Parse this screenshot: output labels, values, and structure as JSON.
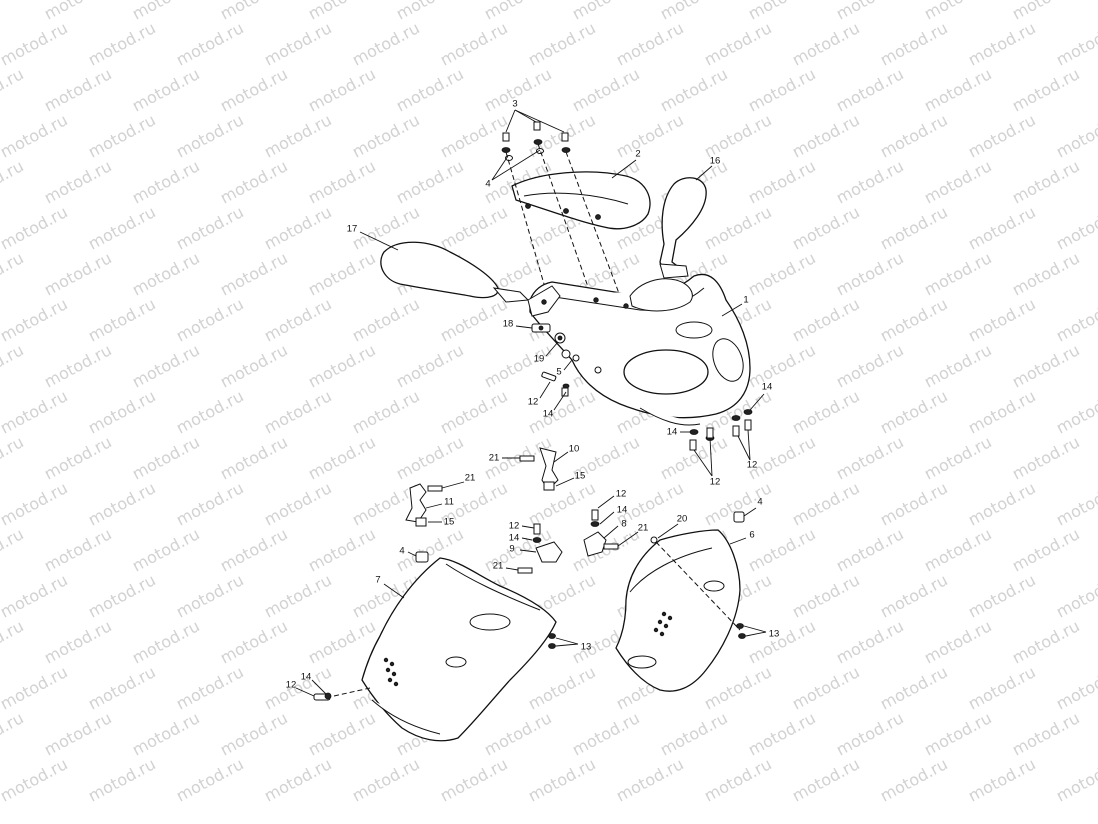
{
  "watermark": {
    "text": "motod.ru"
  },
  "parts": [
    {
      "id": "p1",
      "label": "1"
    },
    {
      "id": "p2",
      "label": "2"
    },
    {
      "id": "p3",
      "label": "3"
    },
    {
      "id": "p4",
      "label": "4"
    },
    {
      "id": "p5",
      "label": "5"
    },
    {
      "id": "p6",
      "label": "6"
    },
    {
      "id": "p7",
      "label": "7"
    },
    {
      "id": "p8",
      "label": "8"
    },
    {
      "id": "p9",
      "label": "9"
    },
    {
      "id": "p10",
      "label": "10"
    },
    {
      "id": "p11",
      "label": "11"
    },
    {
      "id": "p12",
      "label": "12"
    },
    {
      "id": "p13",
      "label": "13"
    },
    {
      "id": "p14",
      "label": "14"
    },
    {
      "id": "p15",
      "label": "15"
    },
    {
      "id": "p16",
      "label": "16"
    },
    {
      "id": "p17",
      "label": "17"
    },
    {
      "id": "p18",
      "label": "18"
    },
    {
      "id": "p19",
      "label": "19"
    },
    {
      "id": "p20",
      "label": "20"
    },
    {
      "id": "p21",
      "label": "21"
    }
  ],
  "callouts": [
    {
      "part": "p3"
    },
    {
      "part": "p4"
    },
    {
      "part": "p2"
    },
    {
      "part": "p16"
    },
    {
      "part": "p17"
    },
    {
      "part": "p1"
    },
    {
      "part": "p18"
    },
    {
      "part": "p19"
    },
    {
      "part": "p5"
    },
    {
      "part": "p12"
    },
    {
      "part": "p14"
    },
    {
      "part": "p14"
    },
    {
      "part": "p14"
    },
    {
      "part": "p12"
    },
    {
      "part": "p12"
    },
    {
      "part": "p21"
    },
    {
      "part": "p10"
    },
    {
      "part": "p15"
    },
    {
      "part": "p21"
    },
    {
      "part": "p11"
    },
    {
      "part": "p15"
    },
    {
      "part": "p12"
    },
    {
      "part": "p14"
    },
    {
      "part": "p8"
    },
    {
      "part": "p21"
    },
    {
      "part": "p12"
    },
    {
      "part": "p14"
    },
    {
      "part": "p9"
    },
    {
      "part": "p21"
    },
    {
      "part": "p20"
    },
    {
      "part": "p4"
    },
    {
      "part": "p6"
    },
    {
      "part": "p4"
    },
    {
      "part": "p7"
    },
    {
      "part": "p13"
    },
    {
      "part": "p13"
    },
    {
      "part": "p12"
    },
    {
      "part": "p14"
    }
  ]
}
